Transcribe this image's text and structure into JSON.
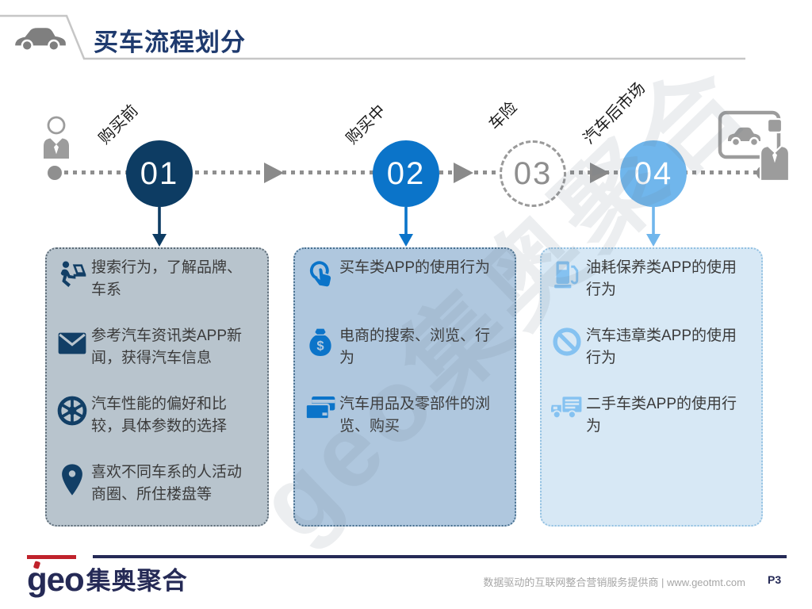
{
  "header": {
    "title": "买车流程划分"
  },
  "flow": {
    "steps": [
      {
        "num": "01",
        "label": "购买前"
      },
      {
        "num": "02",
        "label": "购买中"
      },
      {
        "num": "03",
        "label": "车险"
      },
      {
        "num": "04",
        "label": "汽车后市场"
      }
    ],
    "start_icon": "businessman-icon",
    "end_icon": "car-dealer-icon"
  },
  "boxes": [
    {
      "items": [
        {
          "icon": "person-laptop-icon",
          "text": "搜索行为，了解品牌、车系"
        },
        {
          "icon": "envelope-icon",
          "text": "参考汽车资讯类APP新闻，获得汽车信息"
        },
        {
          "icon": "wheel-icon",
          "text": "汽车性能的偏好和比较，具体参数的选择"
        },
        {
          "icon": "map-pin-icon",
          "text": "喜欢不同车系的人活动商圈、所住楼盘等"
        }
      ]
    },
    {
      "items": [
        {
          "icon": "tap-icon",
          "text": "买车类APP的使用行为"
        },
        {
          "icon": "money-bag-icon",
          "text": "电商的搜索、浏览、行为"
        },
        {
          "icon": "credit-card-icon",
          "text": "汽车用品及零部件的浏览、购买"
        }
      ]
    },
    {
      "items": [
        {
          "icon": "fuel-pump-icon",
          "text": "油耗保养类APP的使用行为"
        },
        {
          "icon": "no-entry-icon",
          "text": "汽车违章类APP的使用行为"
        },
        {
          "icon": "truck-icon",
          "text": "二手车类APP的使用行为"
        }
      ]
    }
  ],
  "watermark": "geo集奥聚合",
  "footer": {
    "logo_latin": "geo",
    "logo_cn": "集奥聚合",
    "tagline": "数据驱动的互联网整合营销服务提供商 | www.geotmt.com",
    "page": "P3"
  },
  "colors": {
    "step1": "#0d3c63",
    "step2": "#0b74c9",
    "step3_text": "#8e8e8e",
    "step4": "#70b6ec",
    "box1_bg": "#b8c4cd",
    "box2_bg": "#afc7de",
    "box3_bg": "#d7e8f5",
    "footer_navy": "#252a56",
    "accent_red": "#c0222b"
  }
}
